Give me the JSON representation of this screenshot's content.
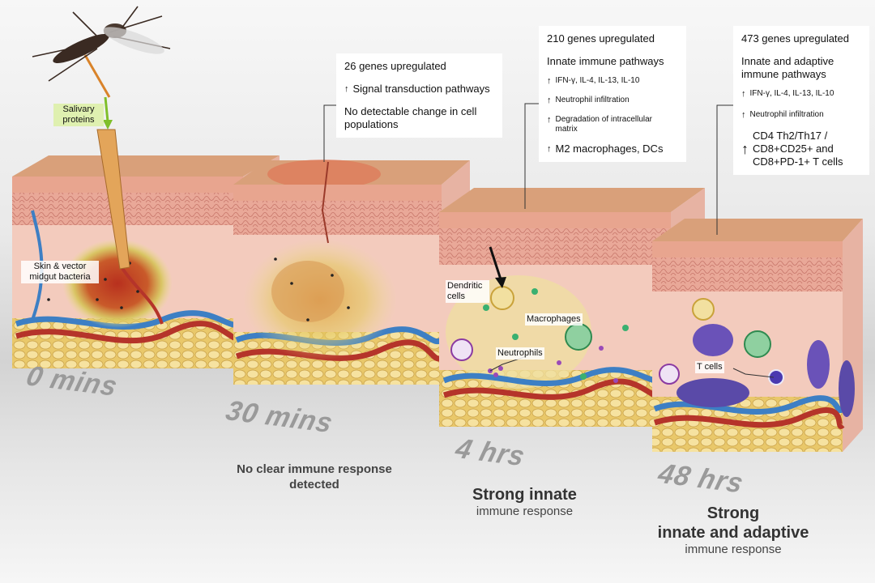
{
  "labels": {
    "salivary": "Salivary proteins",
    "bacteria": "Skin & vector midgut bacteria",
    "dendritic": "Dendritic cells",
    "macrophages": "Macrophages",
    "neutrophils": "Neutrophils",
    "tcells": "T cells"
  },
  "times": [
    "0 mins",
    "30 mins",
    "4 hrs",
    "48 hrs"
  ],
  "boxes": {
    "b30": {
      "genes": "26 genes upregulated",
      "line1": "Signal transduction pathways",
      "line2": "No detectable change in cell populations"
    },
    "b4": {
      "genes": "210 genes upregulated",
      "heading": "Innate immune pathways",
      "item1": "IFN-γ, IL-4, IL-13, IL-10",
      "item2": "Neutrophil infiltration",
      "item3": "Degradation of intracellular matrix",
      "item4": "M2 macrophages, DCs"
    },
    "b48": {
      "genes": "473 genes upregulated",
      "heading": "Innate and adaptive immune pathways",
      "item1": "IFN-γ, IL-4, IL-13, IL-10",
      "item2": "Neutrophil infiltration",
      "item3": "CD4 Th2/Th17 / CD8+CD25+ and CD8+PD-1+ T cells"
    }
  },
  "responses": {
    "r30": "No clear immune response detected",
    "r4_strong": "Strong innate",
    "r4_sub": "immune response",
    "r48_strong1": "Strong",
    "r48_strong2": "innate and adaptive",
    "r48_sub": "immune response"
  },
  "colors": {
    "skin_top": "#d9a07a",
    "dermis": "#f1c4b3",
    "fat": "#f0d488",
    "vein": "#3d7fc4",
    "artery": "#b5342a",
    "bite_red": "#c8502d",
    "bite_glow": "#d9d26a"
  }
}
